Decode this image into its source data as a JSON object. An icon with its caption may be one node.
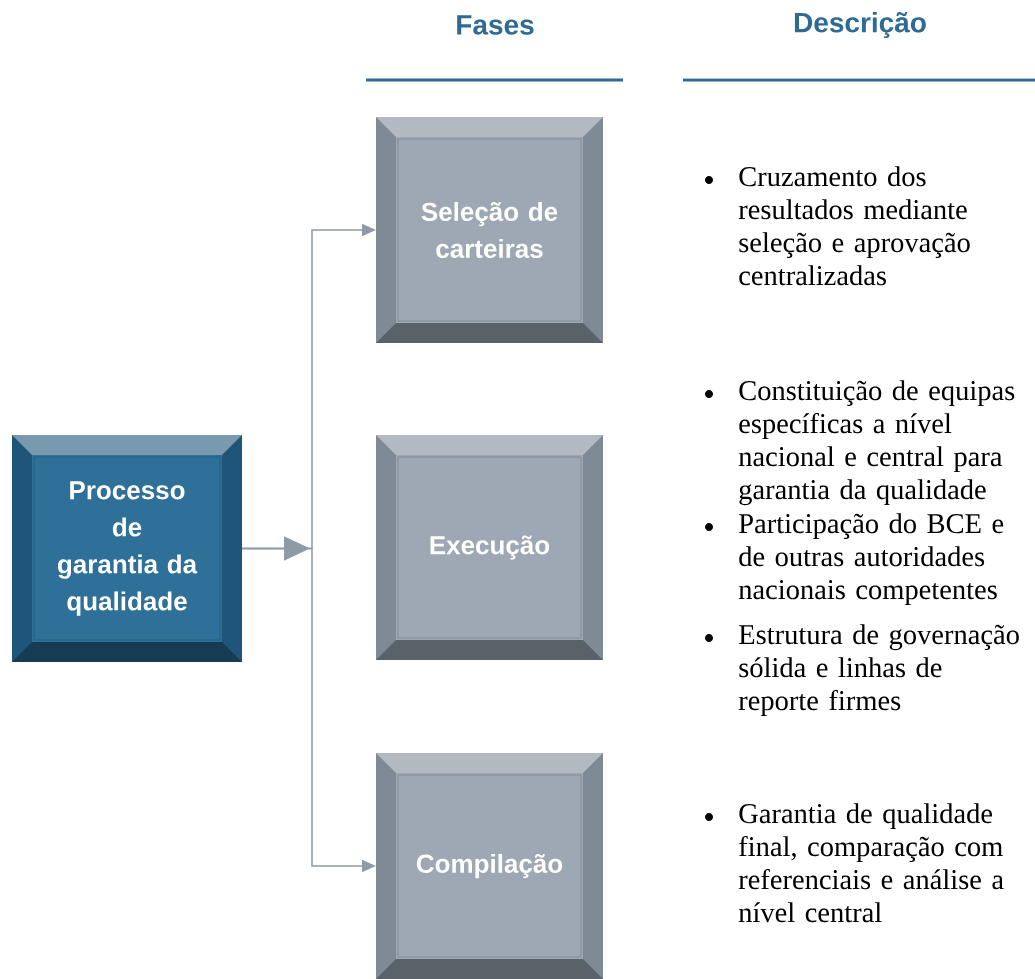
{
  "diagram": {
    "nodes": [
      {
        "text": [
          "Processo de garantia da qualidade"
        ]
      },
      {
        "text": [
          "Seleção de carteiras"
        ]
      },
      {
        "text": [
          "Execução"
        ]
      },
      {
        "text": [
          "Compilação"
        ]
      }
    ],
    "edges": [
      {
        "from": 0,
        "to": 1,
        "arrow": "to"
      },
      {
        "from": 0,
        "to": 3,
        "arrow": "to"
      }
    ],
    "labels": [
      "Fases",
      "Descrição",
      "Cruzamento dos resultados mediante seleção e aprovação centralizadas",
      "Constituição de equipas específicas a nível nacional e central para garantia da qualidade",
      "Participação do BCE e de outras autoridades nacionais competentes",
      "Estrutura de governação sólida e linhas de reporte firmes",
      "Garantia de qualidade final, comparação com referenciais e análise a nível central"
    ]
  }
}
